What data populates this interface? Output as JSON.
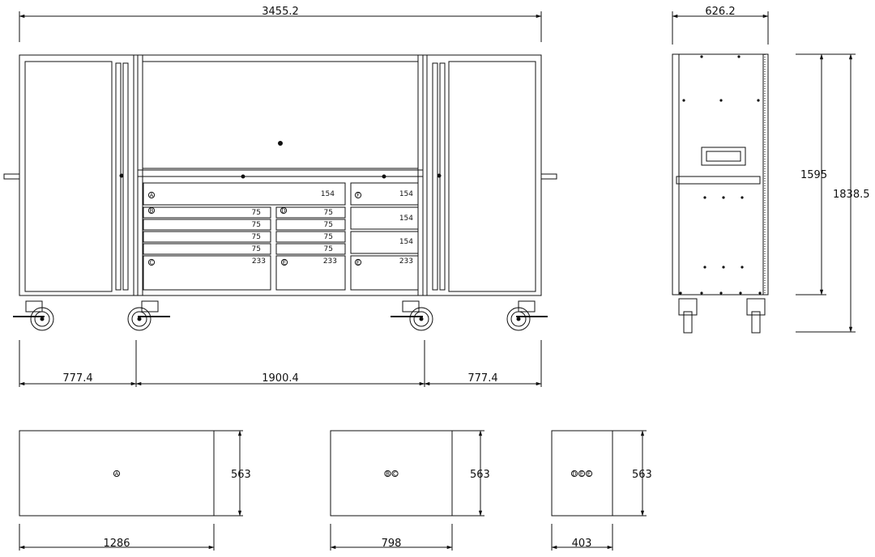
{
  "front_view": {
    "overall_width": "3455.2",
    "left_door_width": "777.4",
    "center_width": "1900.4",
    "right_door_width": "777.4",
    "left_drawers": {
      "top": {
        "letter": "A",
        "height": "154"
      },
      "stack": [
        {
          "letter": "B",
          "height": "75"
        },
        {
          "letter": "",
          "height": "75"
        },
        {
          "letter": "",
          "height": "75"
        },
        {
          "letter": "",
          "height": "75"
        }
      ],
      "bottom": {
        "letter": "C",
        "height": "233"
      }
    },
    "middle_drawers": {
      "stack": [
        {
          "letter": "D",
          "height": "75"
        },
        {
          "letter": "",
          "height": "75"
        },
        {
          "letter": "",
          "height": "75"
        },
        {
          "letter": "",
          "height": "75"
        }
      ],
      "bottom": {
        "letter": "E",
        "height": "233"
      }
    },
    "right_drawers": [
      {
        "letter": "F",
        "height": "154"
      },
      {
        "letter": "",
        "height": "154"
      },
      {
        "letter": "",
        "height": "154"
      },
      {
        "letter": "E",
        "height": "233"
      }
    ]
  },
  "side_view": {
    "depth": "626.2",
    "body_height": "1595",
    "overall_height": "1838.5"
  },
  "drawer_plans": [
    {
      "width": "1286",
      "depth": "563",
      "symbols": [
        "A"
      ]
    },
    {
      "width": "798",
      "depth": "563",
      "symbols": [
        "B",
        "C"
      ]
    },
    {
      "width": "403",
      "depth": "563",
      "symbols": [
        "D",
        "E",
        "E"
      ]
    }
  ]
}
